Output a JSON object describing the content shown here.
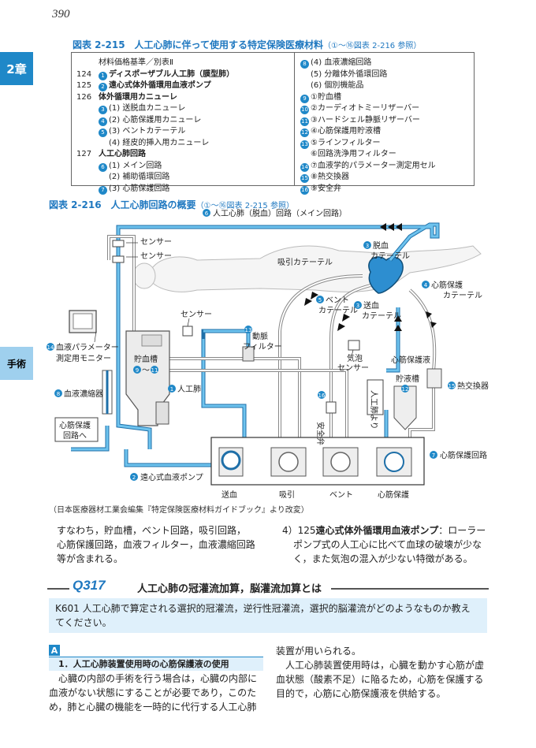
{
  "page_number": "390",
  "chapter_tab": "2章",
  "section_tab": "手術",
  "fig215": {
    "title": "図表 2-215　人工心肺に伴って使用する特定保険医療材料",
    "ref": "（①〜⑯図表 2-216 参照）",
    "left_col": [
      {
        "num": "",
        "mark": "",
        "text": "材料価格基準／別表Ⅱ",
        "bold": false
      },
      {
        "num": "124",
        "mark": "1",
        "text": "ディスポーザブル人工肺（膜型肺）",
        "bold": true
      },
      {
        "num": "125",
        "mark": "2",
        "text": "遠心式体外循環用血液ポンプ",
        "bold": true
      },
      {
        "num": "126",
        "mark": "",
        "text": "体外循環用カニューレ",
        "bold": true
      },
      {
        "num": "",
        "mark": "3",
        "text": "(1) 送脱血カニューレ",
        "bold": false
      },
      {
        "num": "",
        "mark": "4",
        "text": "(2) 心筋保護用カニューレ",
        "bold": false
      },
      {
        "num": "",
        "mark": "5",
        "text": "(3) ベントカテーテル",
        "bold": false
      },
      {
        "num": "",
        "mark": "",
        "text": "(4) 経皮的挿入用カニューレ",
        "bold": false
      },
      {
        "num": "127",
        "mark": "",
        "text": "人工心肺回路",
        "bold": true
      },
      {
        "num": "",
        "mark": "6",
        "text": "(1) メイン回路",
        "bold": false
      },
      {
        "num": "",
        "mark": "",
        "text": "(2) 補助循環回路",
        "bold": false
      },
      {
        "num": "",
        "mark": "7",
        "text": "(3) 心筋保護回路",
        "bold": false
      }
    ],
    "right_col": [
      {
        "mark": "8",
        "text": "(4) 血液濃縮回路"
      },
      {
        "mark": "",
        "text": "(5) 分離体外循環回路"
      },
      {
        "mark": "",
        "text": "(6) 個別機能品"
      },
      {
        "mark": "9",
        "text": "①貯血槽"
      },
      {
        "mark": "10",
        "text": "②カーディオトミーリザーバー"
      },
      {
        "mark": "11",
        "text": "③ハードシェル静脈リザーバー"
      },
      {
        "mark": "12",
        "text": "④心筋保護用貯液槽"
      },
      {
        "mark": "13",
        "text": "⑤ラインフィルター"
      },
      {
        "mark": "",
        "text": "⑥回路洗浄用フィルター"
      },
      {
        "mark": "14",
        "text": "⑦血液学的パラメーター測定用セル"
      },
      {
        "mark": "15",
        "text": "⑧熱交換器"
      },
      {
        "mark": "16",
        "text": "⑨安全弁"
      }
    ]
  },
  "fig216": {
    "title": "図表 2-216　人工心肺回路の概要",
    "ref": "（①〜⑯図表 2-215 参照）",
    "labels": {
      "main_circuit": "人工心肺（脱血）回路（メイン回路）",
      "sensor1": "センサー",
      "sensor2": "センサー",
      "drain_cath": "脱血",
      "drain_cath2": "カテーテル",
      "suction_cath": "吸引カテーテル",
      "cardio_cath": "心筋保護",
      "cardio_cath2": "カテーテル",
      "vent_cath": "ベント",
      "vent_cath2": "カテーテル",
      "supply_cath": "送血",
      "supply_cath2": "カテーテル",
      "sensor3": "センサー",
      "filter": "動脈",
      "filter2": "フィルター",
      "monitor": "血液パラメーター",
      "monitor2": "測定用モニター",
      "reservoir": "貯血槽",
      "reservoir_range": "〜",
      "oxygenator": "人工肺",
      "bubble_sensor": "気泡",
      "bubble_sensor2": "センサー",
      "cp_fluid": "心筋保護液",
      "heat_exch": "熱交換器",
      "concentrator": "血液濃縮器",
      "safety_valve": "安全弁",
      "from_lung": "人工肺より",
      "cp_tank": "貯液槽",
      "cp_circuit_box": "心筋保護",
      "cp_circuit_box2": "回路へ",
      "cp_circuit": "心筋保護回路",
      "pump": "遠心式血液ポンプ",
      "pump_supply": "送血",
      "pump_suction": "吸引",
      "pump_vent": "ベント",
      "pump_cp": "心筋保護"
    }
  },
  "credit": "（日本医療器材工業会編集『特定保険医療材料ガイドブック』より改変）",
  "left_para": [
    "すなわち，貯血槽，ベント回路，吸引回路，",
    "心筋保護回路，血液フィルター，血液濃縮回路",
    "等が含まれる。"
  ],
  "right_para": {
    "lead": "4）125",
    "bold": "遠心式体外循環用血液ポンプ",
    "lines": [
      "：ローラー",
      "ポンプ式の人工心に比べて血球の破壊が少な",
      "く，また気泡の混入が少ない特徴がある。"
    ]
  },
  "question": {
    "label": "Q317",
    "title": "人工心肺の冠灌流加算，脳灌流加算とは",
    "text": [
      "K601 人工心肺で算定される選択的冠灌流，逆行性冠灌流，選択的脳灌流がどのようなものか教え",
      "てください。"
    ]
  },
  "answer": {
    "label": "A",
    "heading": "1．人工心肺装置使用時の心筋保護液の使用",
    "left": [
      "心臓の内部の手術を行う場合は，心臓の内部に",
      "血液がない状態にすることが必要であり，このた",
      "め，肺と心臓の機能を一時的に代行する人工心肺"
    ],
    "right": [
      "装置が用いられる。",
      "人工心肺装置使用時は，心臓を動かす心筋が虚",
      "血状態（酸素不足）に陥るため，心筋を保護する",
      "目的で，心筋に心筋保護液を供給する。"
    ]
  }
}
